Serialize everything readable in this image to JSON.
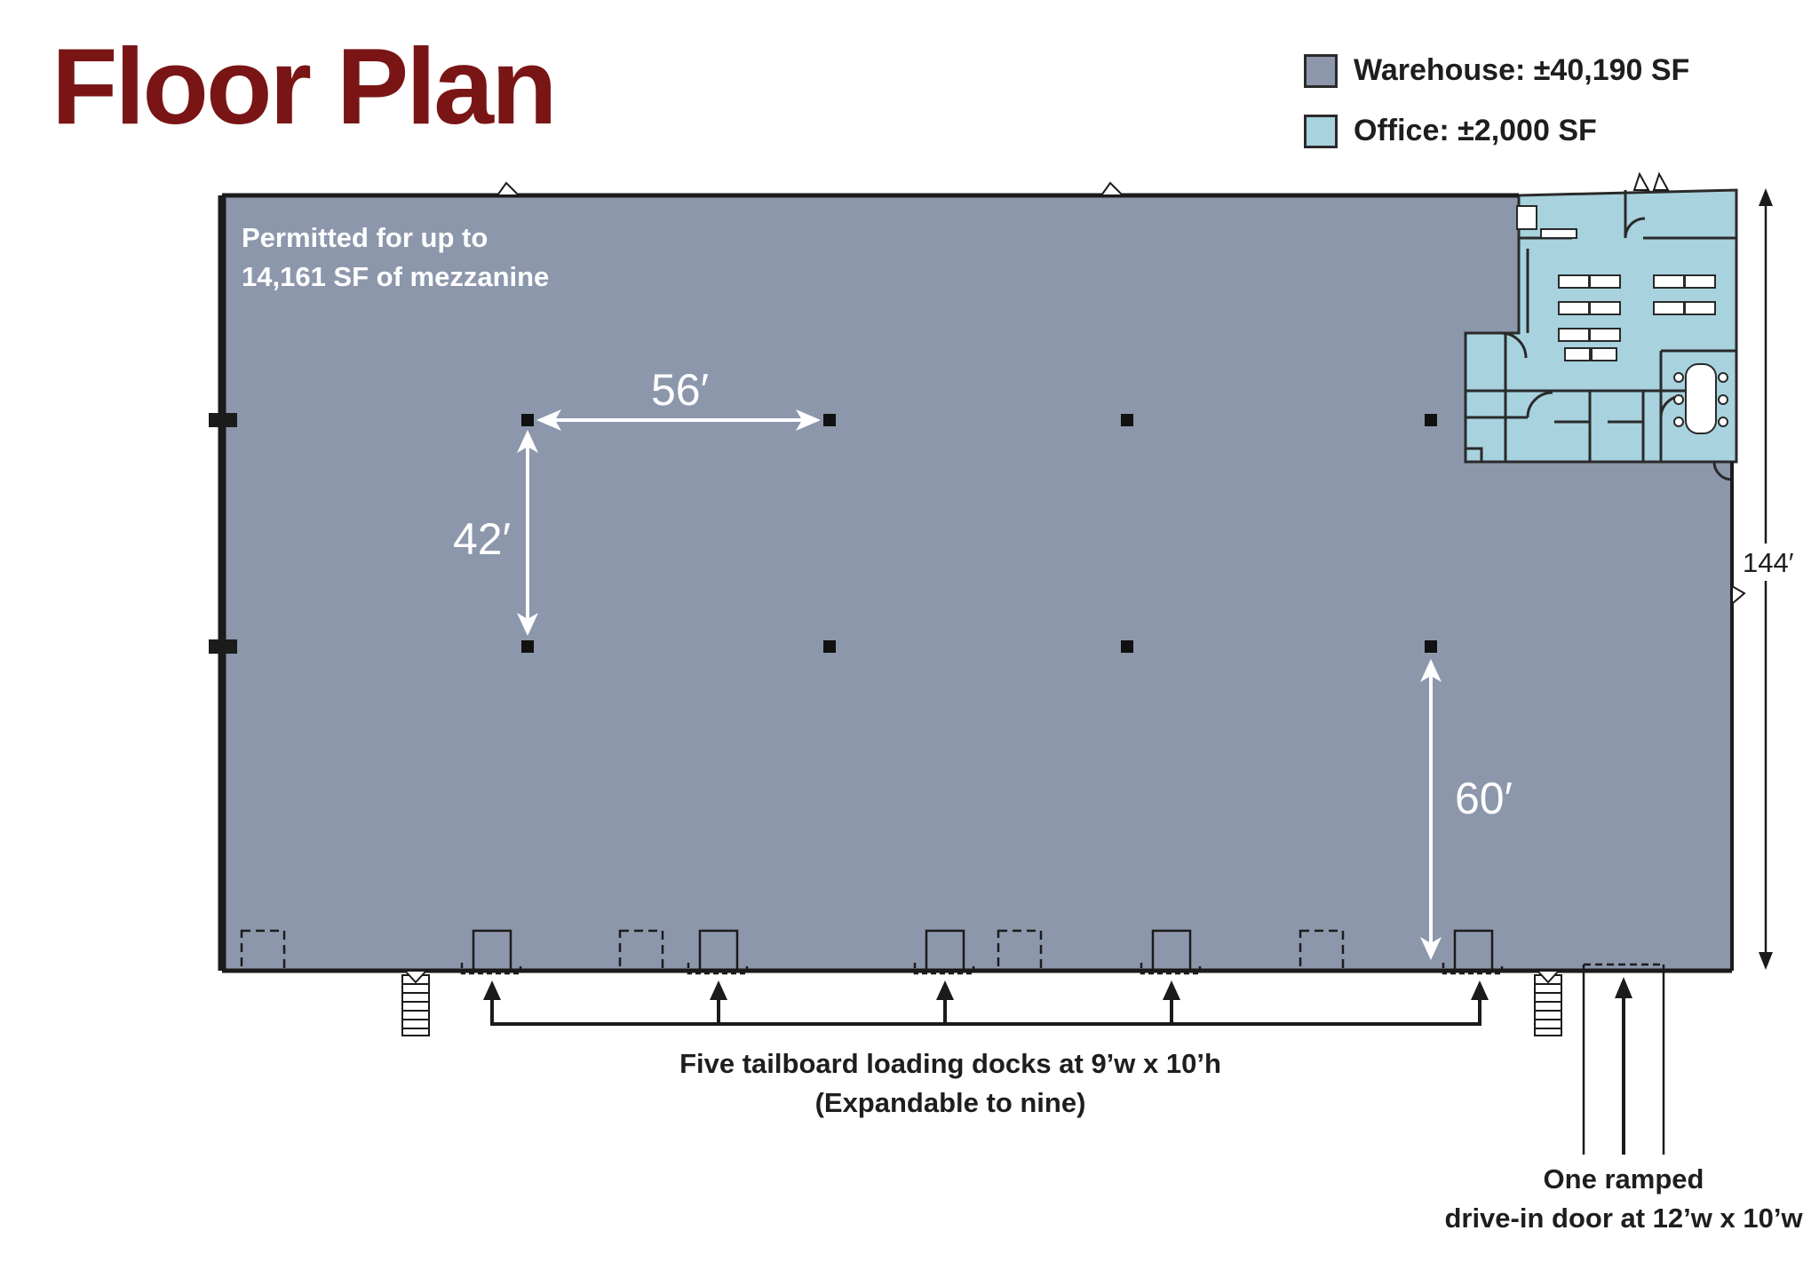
{
  "title": "Floor Plan",
  "colors": {
    "title": "#7a1515",
    "warehouse": "#8c97ac",
    "office": "#a8d2de",
    "wall": "#1b1b1b",
    "white": "#ffffff"
  },
  "legend": [
    {
      "label": "Warehouse: ±40,190 SF",
      "color": "#8c97ac"
    },
    {
      "label": "Office: ±2,000 SF",
      "color": "#a8d2de"
    }
  ],
  "mezzanine_note": {
    "line1": "Permitted for up to",
    "line2": "14,161 SF of mezzanine"
  },
  "dimensions": {
    "column_spacing_x": "56′",
    "column_spacing_y": "42′",
    "dock_clearance": "60′",
    "building_depth": "144′"
  },
  "docks_caption": {
    "line1": "Five tailboard loading docks at 9’w x 10’h",
    "line2": "(Expandable to nine)"
  },
  "drive_in_caption": {
    "line1": "One ramped",
    "line2": "drive-in door at 12’w x 10’w"
  }
}
